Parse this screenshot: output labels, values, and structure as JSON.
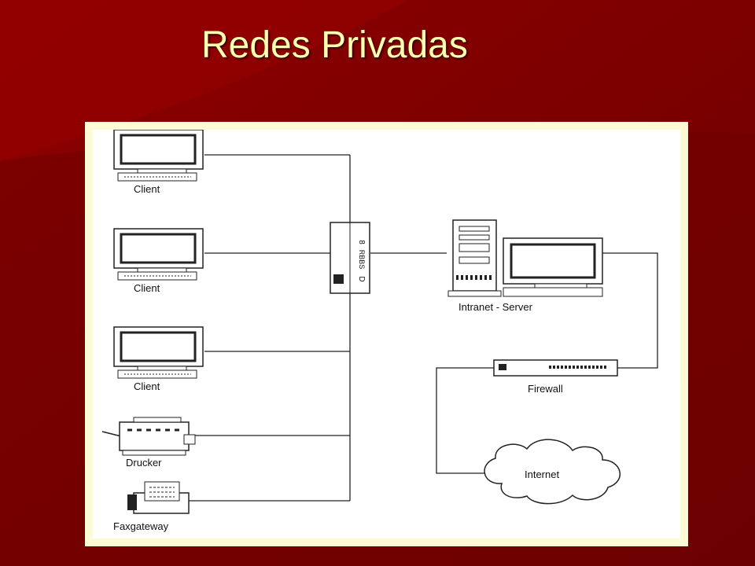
{
  "slide": {
    "title": "Redes Privadas"
  },
  "colors": {
    "background": "#7a0000",
    "title": "#ffffb0",
    "frame": "#fdfbd6",
    "line": "#222222"
  },
  "diagram": {
    "clients": [
      "Client",
      "Client",
      "Client"
    ],
    "printer": "Drucker",
    "fax": "Faxgateway",
    "server": "Intranet - Server",
    "firewall": "Firewall",
    "internet": "Internet",
    "hub_ports": [
      "8",
      "RBBS",
      "D"
    ]
  }
}
